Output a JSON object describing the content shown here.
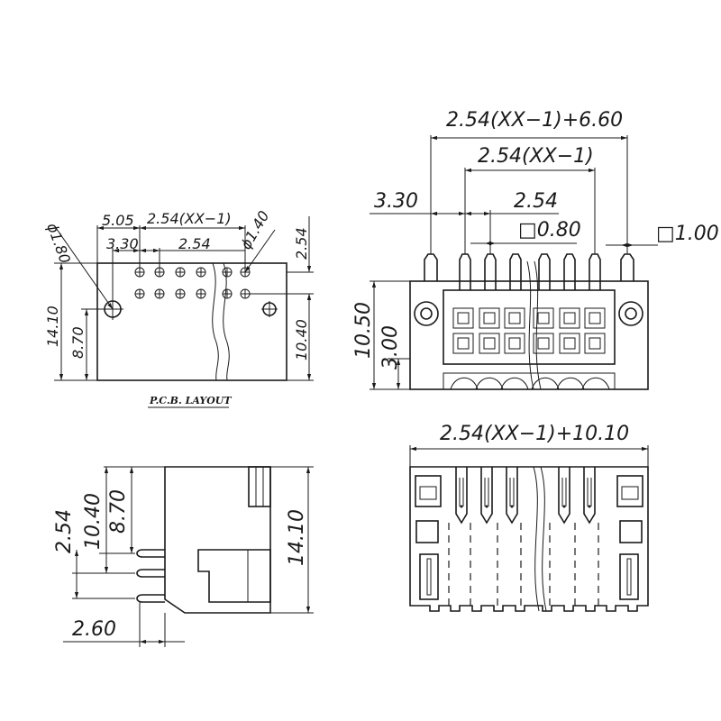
{
  "pcb_layout": {
    "title": "P.C.B. LAYOUT",
    "dims": {
      "d_large": "ϕ1.80",
      "d_small": "ϕ1.40",
      "w_505": "5.05",
      "w_330": "3.30",
      "pitch_expr": "2.54(XX−1)",
      "pitch": "2.54",
      "v_254": "2.54",
      "h_1410": "14.10",
      "h_870": "8.70",
      "h_1040": "10.40"
    }
  },
  "front_view": {
    "dims": {
      "total": "2.54(XX−1)+6.60",
      "span": "2.54(XX−1)",
      "offset": "3.30",
      "pitch": "2.54",
      "pin_sq": "□0.80",
      "pin_sq2": "□1.00",
      "h_1050": "10.50",
      "h_300": "3.00"
    }
  },
  "side_view": {
    "dims": {
      "v_254": "2.54",
      "v_1040": "10.40",
      "v_870": "8.70",
      "h_1410": "14.10",
      "w_260": "2.60"
    }
  },
  "bottom_view": {
    "dims": {
      "total": "2.54(XX−1)+10.10"
    }
  }
}
